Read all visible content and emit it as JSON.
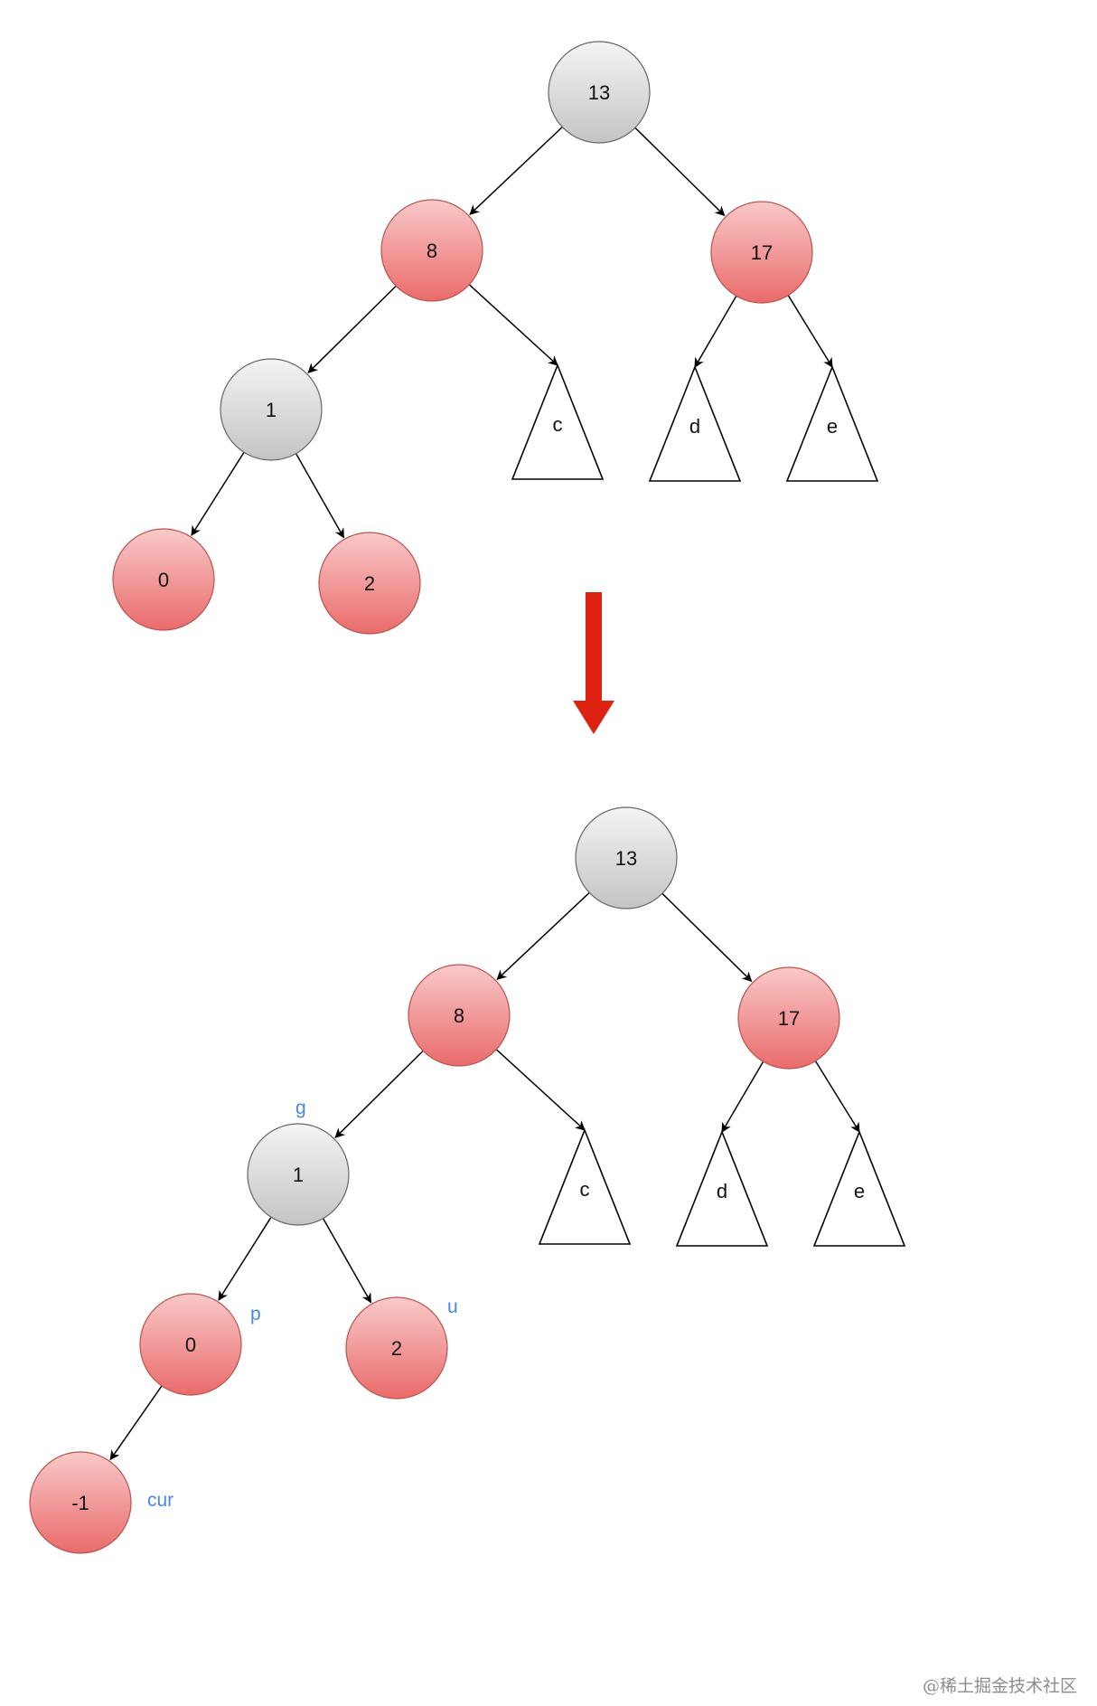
{
  "colors": {
    "red_node_top": "#f9c9c9",
    "red_node_bottom": "#ea6b6b",
    "red_node_stroke": "#b85450",
    "black_node_top": "#f4f4f4",
    "black_node_bottom": "#c4c4c4",
    "black_node_stroke": "#666666",
    "edge": "#000000",
    "annotation": "#4a86e8",
    "transition_arrow": "#dd2211"
  },
  "before": {
    "nodes": [
      {
        "id": "n13",
        "label": "13",
        "color": "black"
      },
      {
        "id": "n8",
        "label": "8",
        "color": "red"
      },
      {
        "id": "n17",
        "label": "17",
        "color": "red"
      },
      {
        "id": "n1",
        "label": "1",
        "color": "black"
      },
      {
        "id": "n0",
        "label": "0",
        "color": "red"
      },
      {
        "id": "n2",
        "label": "2",
        "color": "red"
      }
    ],
    "subtrees": [
      {
        "id": "tc",
        "label": "c"
      },
      {
        "id": "td",
        "label": "d"
      },
      {
        "id": "te",
        "label": "e"
      }
    ]
  },
  "after": {
    "nodes": [
      {
        "id": "n13",
        "label": "13",
        "color": "black"
      },
      {
        "id": "n8",
        "label": "8",
        "color": "red"
      },
      {
        "id": "n17",
        "label": "17",
        "color": "red"
      },
      {
        "id": "n1",
        "label": "1",
        "color": "black"
      },
      {
        "id": "n0",
        "label": "0",
        "color": "red"
      },
      {
        "id": "n2",
        "label": "2",
        "color": "red"
      },
      {
        "id": "nm1",
        "label": "-1",
        "color": "red"
      }
    ],
    "subtrees": [
      {
        "id": "tc",
        "label": "c"
      },
      {
        "id": "td",
        "label": "d"
      },
      {
        "id": "te",
        "label": "e"
      }
    ],
    "annotations": [
      {
        "id": "g",
        "label": "g"
      },
      {
        "id": "p",
        "label": "p"
      },
      {
        "id": "u",
        "label": "u"
      },
      {
        "id": "cur",
        "label": "cur"
      }
    ]
  },
  "watermark": "@稀土掘金技术社区"
}
